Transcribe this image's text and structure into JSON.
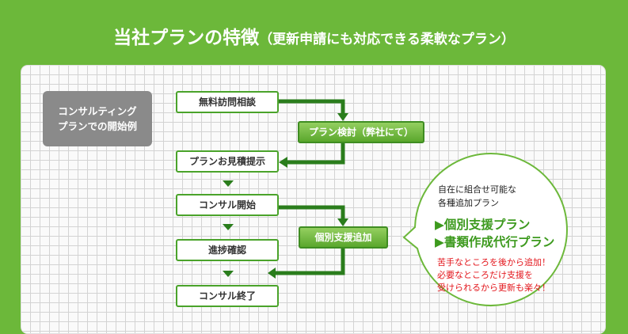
{
  "title": {
    "main": "当社プランの特徴",
    "sub": "（更新申請にも対応できる柔軟なプラン）"
  },
  "example_label": [
    "コンサルティング",
    "プランでの開始例"
  ],
  "steps": {
    "s1": "無料訪問相談",
    "s2": "プラン検討（弊社にて）",
    "s3": "プランお見積提示",
    "s4": "コンサル開始",
    "s5": "個別支援追加",
    "s6": "進捗確認",
    "s7": "コンサル終了"
  },
  "bubble": {
    "intro": [
      "自在に組合せ可能な",
      "各種追加プラン"
    ],
    "plans": [
      "▶個別支援プラン",
      "▶書類作成代行プラン"
    ],
    "note": [
      "苦手なところを後から追加！",
      "必要なところだけ支援を",
      "受けられるから更新も楽々！"
    ]
  },
  "colors": {
    "brand_green": "#6cb83a",
    "box_border": "#4aa32a",
    "arrow": "#2a7d1c",
    "accent_red": "#e3161c"
  }
}
